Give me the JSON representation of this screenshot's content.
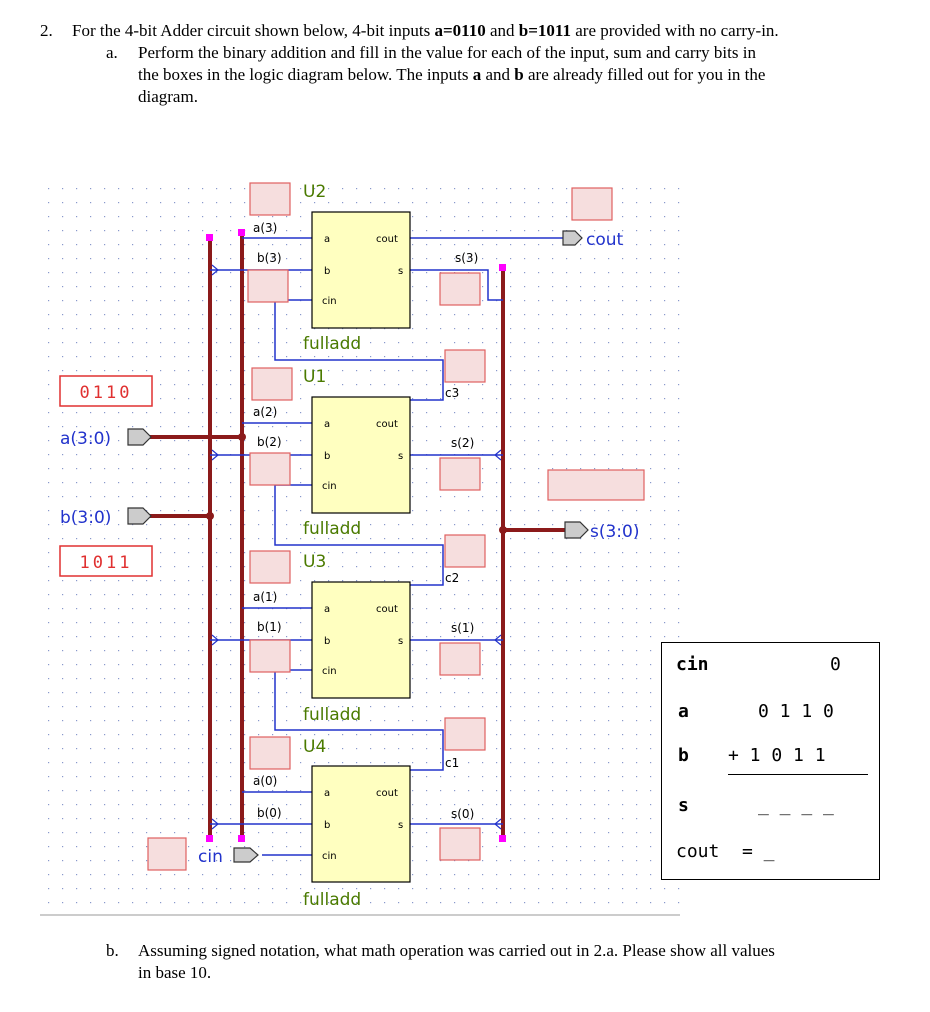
{
  "question2": {
    "number": "2.",
    "text_pre": "For the 4-bit Adder circuit shown below, 4-bit inputs ",
    "a_eq": "a=0110",
    "text_mid": " and ",
    "b_eq": "b=1011",
    "text_post": " are provided with no carry-in."
  },
  "part_a": {
    "label": "a.",
    "line1": "Perform the binary addition and fill in the value for each of the input, sum and carry bits in",
    "line2_pre": "the boxes in the logic diagram below.  The inputs ",
    "a": "a",
    "line2_mid": " and ",
    "b": "b",
    "line2_post": " are already filled out for you in the",
    "line3": "diagram."
  },
  "part_b": {
    "label": "b.",
    "line1": "Assuming signed notation, what math operation was carried out in 2.a. Please show all values",
    "line2": "in base 10."
  },
  "diagram": {
    "input_a_value": "0110",
    "input_b_value": "1011",
    "input_a_label": "a(3:0)",
    "input_b_label": "b(3:0)",
    "output_sum_label": "s(3:0)",
    "output_cout_label": "cout",
    "cin_label": "cin",
    "units": [
      {
        "name": "U2",
        "a": "a(3)",
        "b": "b(3)",
        "s": "s(3)",
        "module": "fulladd"
      },
      {
        "name": "U1",
        "a": "a(2)",
        "b": "b(2)",
        "s": "s(2)",
        "module": "fulladd"
      },
      {
        "name": "U3",
        "a": "a(1)",
        "b": "b(1)",
        "s": "s(1)",
        "module": "fulladd"
      },
      {
        "name": "U4",
        "a": "a(0)",
        "b": "b(0)",
        "s": "s(0)",
        "module": "fulladd"
      }
    ],
    "carries": [
      "c3",
      "c2",
      "c1"
    ],
    "port_a": "a",
    "port_b": "b",
    "port_cin": "cin",
    "port_cout": "cout",
    "port_s": "s"
  },
  "table": {
    "cin_label": "cin",
    "cin_value": "0",
    "a_label": "a",
    "a_value": "0 1 1 0",
    "b_label": "b",
    "b_value": "+ 1 0 1 1",
    "s_label": "s",
    "s_value": "_ _ _ _",
    "cout_label": "cout",
    "cout_value": "= _"
  },
  "colors": {
    "bus": "#8b1a1a",
    "wire": "#2233cc",
    "block_fill": "#ffffc0",
    "answer_box_fill": "#f6dede",
    "answer_box_border": "#e06060",
    "given_border": "#e03030",
    "label_green": "#4a7a00",
    "pin_magenta": "#ff00ff"
  }
}
